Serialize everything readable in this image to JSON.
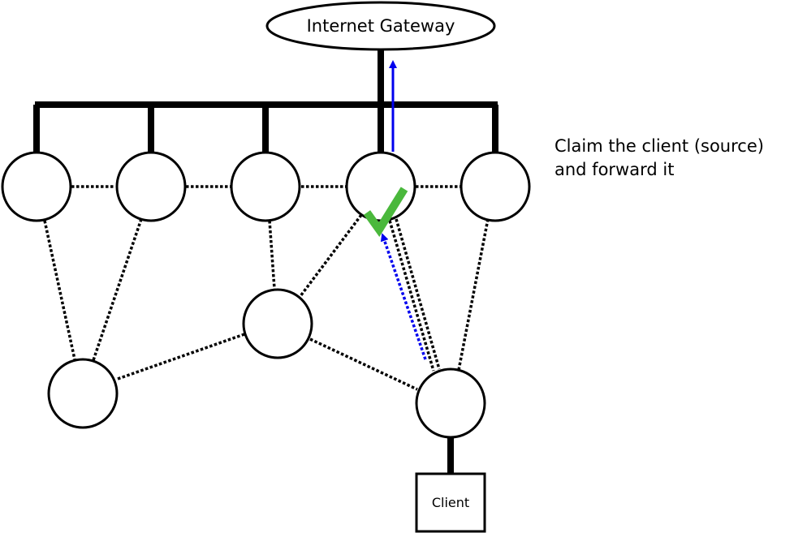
{
  "gateway": {
    "label": "Internet Gateway"
  },
  "client": {
    "label": "Client"
  },
  "caption": {
    "line1": "Claim the client (source)",
    "line2": "and forward it"
  },
  "colors": {
    "stroke": "#000000",
    "background": "#ffffff",
    "claim_arrow": "#0000ee",
    "checkmark": "#4ab83c"
  },
  "icons": {
    "claim": "checkmark-icon"
  }
}
